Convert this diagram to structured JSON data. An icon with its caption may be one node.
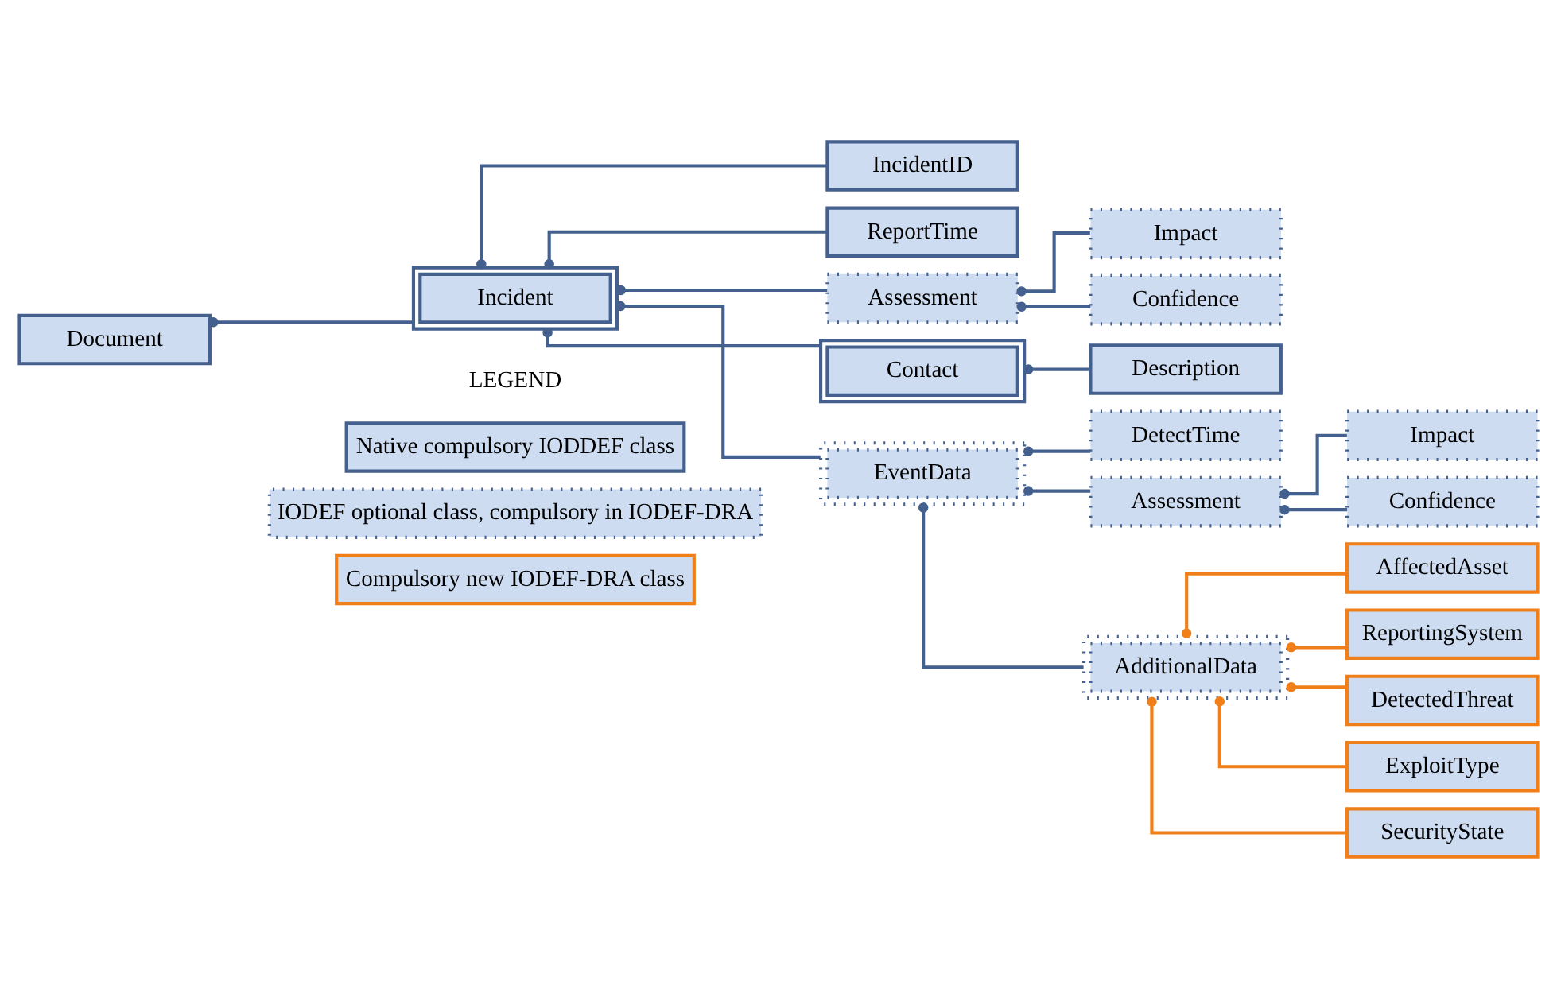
{
  "diagram": {
    "nodes": [
      {
        "text": [
          "Document"
        ]
      },
      {
        "text": [
          "Incident"
        ]
      },
      {
        "text": [
          "IncidentID"
        ]
      },
      {
        "text": [
          "ReportTime"
        ]
      },
      {
        "text": [
          "Assessment"
        ]
      },
      {
        "text": [
          "Impact"
        ]
      },
      {
        "text": [
          "Confidence"
        ]
      },
      {
        "text": [
          "Contact"
        ]
      },
      {
        "text": [
          "Description"
        ]
      },
      {
        "text": [
          "EventData"
        ]
      },
      {
        "text": [
          "DetectTime"
        ]
      },
      {
        "text": [
          "Assessment"
        ]
      },
      {
        "text": [
          "Impact"
        ]
      },
      {
        "text": [
          "Confidence"
        ]
      },
      {
        "text": [
          "AdditionalData"
        ]
      },
      {
        "text": [
          "AffectedAsset"
        ]
      },
      {
        "text": [
          "ReportingSystem"
        ]
      },
      {
        "text": [
          "DetectedThreat"
        ]
      },
      {
        "text": [
          "ExploitType"
        ]
      },
      {
        "text": [
          "SecurityState"
        ]
      }
    ],
    "edges": [
      {
        "from": 0,
        "to": 1,
        "arrow": "other"
      },
      {
        "from": 1,
        "to": 2,
        "arrow": "other"
      },
      {
        "from": 1,
        "to": 3,
        "arrow": "other"
      },
      {
        "from": 1,
        "to": 4,
        "arrow": "other"
      },
      {
        "from": 1,
        "to": 7,
        "arrow": "other"
      },
      {
        "from": 1,
        "to": 9,
        "arrow": "other"
      },
      {
        "from": 4,
        "to": 5,
        "arrow": "other"
      },
      {
        "from": 4,
        "to": 6,
        "arrow": "other"
      },
      {
        "from": 7,
        "to": 8,
        "arrow": "other"
      },
      {
        "from": 9,
        "to": 10,
        "arrow": "other"
      },
      {
        "from": 9,
        "to": 11,
        "arrow": "other"
      },
      {
        "from": 9,
        "to": 14,
        "arrow": "other"
      },
      {
        "from": 11,
        "to": 12,
        "arrow": "other"
      },
      {
        "from": 11,
        "to": 13,
        "arrow": "other"
      },
      {
        "from": 14,
        "to": 15,
        "arrow": "other",
        "color": "#f07f1a"
      },
      {
        "from": 14,
        "to": 16,
        "arrow": "other",
        "color": "#f07f1a"
      },
      {
        "from": 14,
        "to": 17,
        "arrow": "other",
        "color": "#f07f1a"
      },
      {
        "from": 14,
        "to": 18,
        "arrow": "other",
        "color": "#f07f1a"
      },
      {
        "from": 14,
        "to": 19,
        "arrow": "other",
        "color": "#f07f1a"
      }
    ],
    "labels": [
      "LEGEND"
    ],
    "legend": [
      {
        "text": "Native compulsory IODDEF class"
      },
      {
        "text": "IODEF optional class, compulsory in IODEF-DRA"
      },
      {
        "text": "Compulsory new IODEF-DRA class"
      }
    ]
  }
}
